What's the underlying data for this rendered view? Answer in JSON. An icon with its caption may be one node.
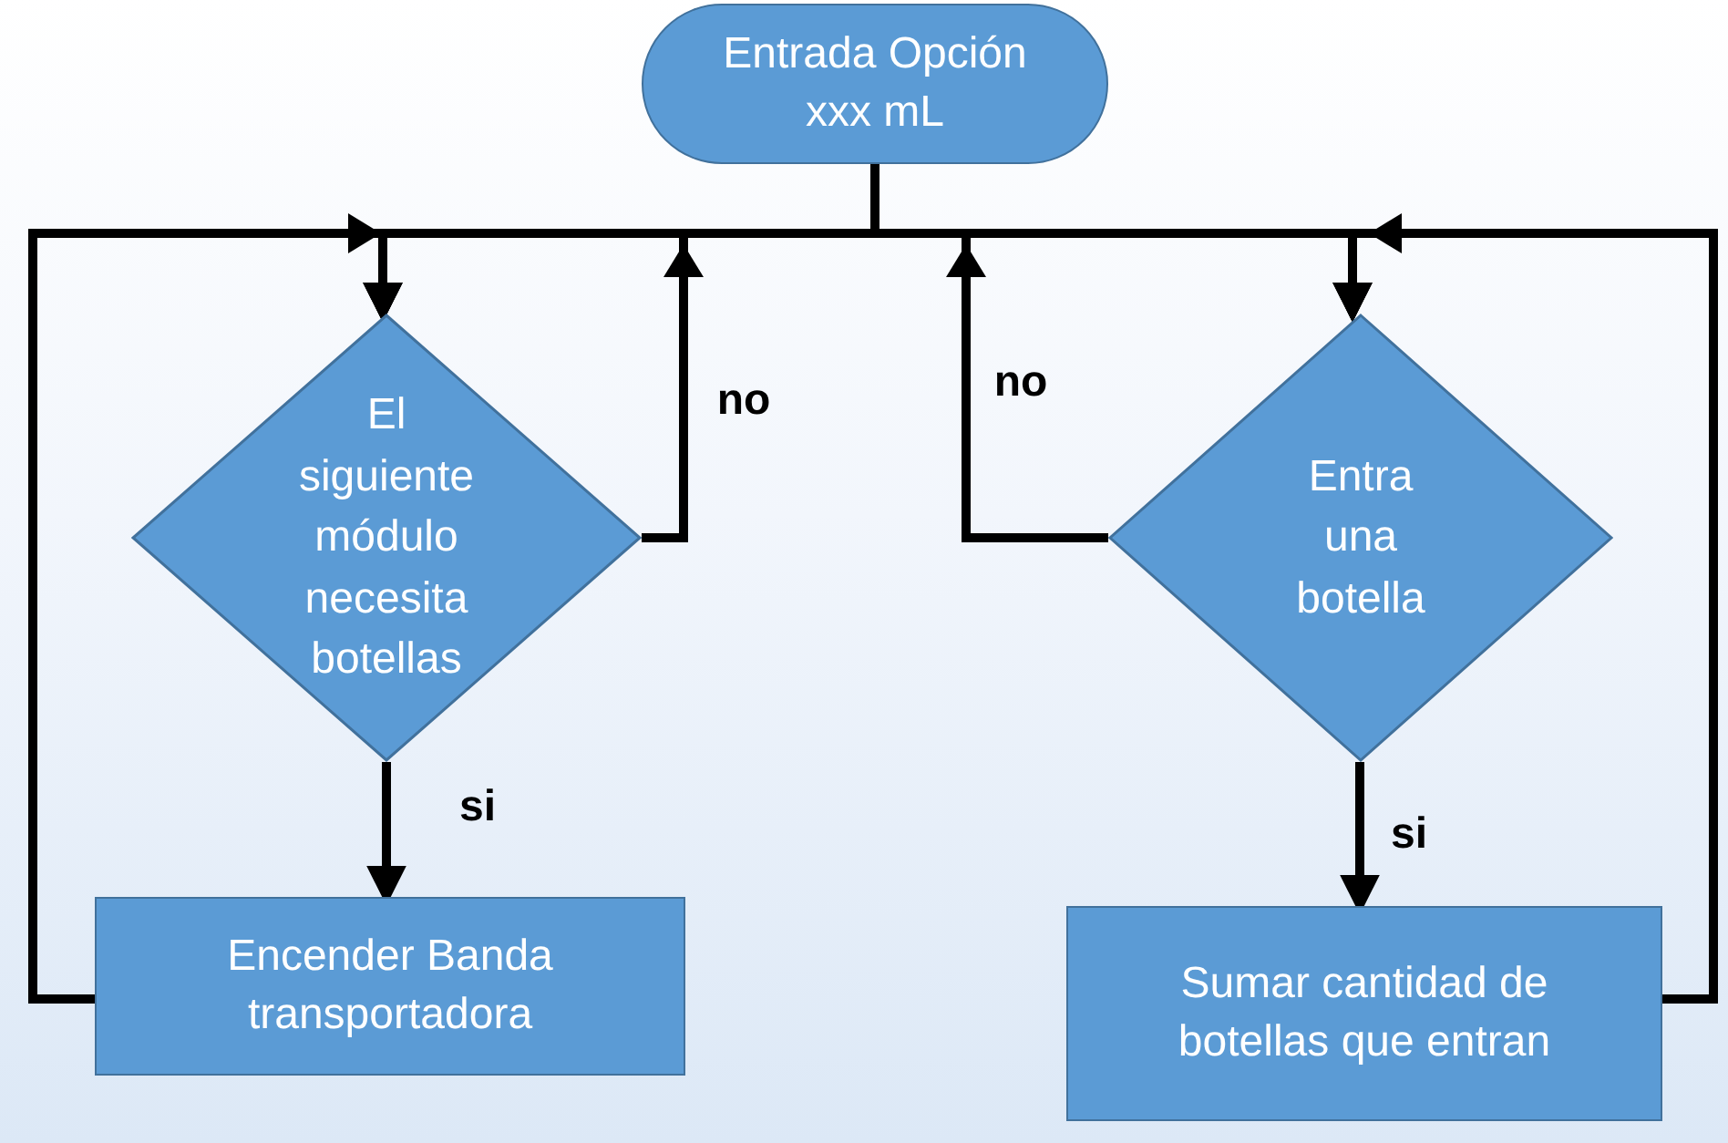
{
  "diagram": {
    "nodes": [
      {
        "text": [
          "Entrada Opción xxx mL"
        ]
      },
      {
        "text": [
          "El siguiente módulo necesita botellas"
        ]
      },
      {
        "text": [
          "Entra una botella"
        ]
      },
      {
        "text": [
          "Encender Banda transportadora"
        ]
      },
      {
        "text": [
          "Sumar cantidad de botellas que entran"
        ]
      }
    ],
    "edges": [
      {
        "from": 0,
        "to": 1,
        "arrow": "to"
      },
      {
        "from": 0,
        "to": 2,
        "arrow": "to"
      },
      {
        "from": 1,
        "to": 1,
        "arrow": "to",
        "label": "no"
      },
      {
        "from": 2,
        "to": 2,
        "arrow": "to",
        "label": "no"
      },
      {
        "from": 1,
        "to": 3,
        "arrow": "to",
        "label": "si"
      },
      {
        "from": 2,
        "to": 4,
        "arrow": "to",
        "label": "si"
      },
      {
        "from": 3,
        "to": 1,
        "arrow": "to"
      },
      {
        "from": 4,
        "to": 2,
        "arrow": "to"
      }
    ]
  }
}
